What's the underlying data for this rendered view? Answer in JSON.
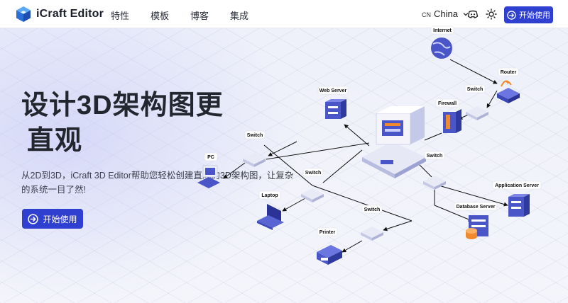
{
  "header": {
    "logo_text": "iCraft Editor",
    "nav": [
      "特性",
      "模板",
      "博客",
      "集成"
    ],
    "lang_code": "CN",
    "lang_name": "China",
    "cta": "开始使用"
  },
  "hero": {
    "title_line1": "设计3D架构图更",
    "title_line2": "直观",
    "subtitle": "从2D到3D，iCraft 3D Editor帮助您轻松创建直观的3D架构图，让复杂的系统一目了然!",
    "cta": "开始使用"
  },
  "diagram": {
    "nodes": {
      "internet": "Internet",
      "router": "Router",
      "switch_top": "Switch",
      "firewall": "Firewall",
      "web_server": "Web Server",
      "switch_left": "Switch",
      "pc": "PC",
      "switch_mid": "Switch",
      "laptop": "Laptop",
      "switch_bottom": "Switch",
      "printer": "Printer",
      "switch_right": "Switch",
      "application_server": "Application Server",
      "database_server": "Database Server"
    }
  },
  "colors": {
    "accent": "#2f3fd0",
    "device": "#4a55c8",
    "orange": "#f08a2c"
  }
}
